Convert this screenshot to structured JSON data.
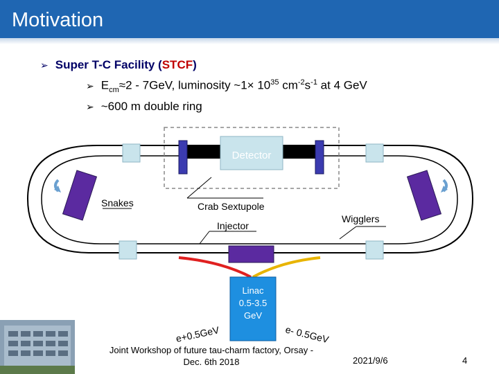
{
  "header": {
    "title": "Motivation"
  },
  "bullets": {
    "facility_prefix": "Super T-C Facility (",
    "facility_abbr": "STCF",
    "facility_suffix": ")",
    "energy_prefix": "E",
    "energy_sub": "cm",
    "energy_rest": "≈2 - 7GeV, luminosity ~1× 10",
    "lum_exp": "35",
    "lum_unit": " cm",
    "cm_exp": "-2",
    "s_unit": "s",
    "s_exp": "-1",
    "lum_suffix": " at 4 GeV",
    "ring": "~600 m double ring"
  },
  "diagram": {
    "detector_label": "Detector",
    "snakes_label": "Snakes",
    "crab_label": "Crab Sextupole",
    "injector_label": "Injector",
    "wigglers_label": "Wigglers",
    "linac_label_1": "Linac",
    "linac_label_2": "0.5-3.5",
    "linac_label_3": "GeV",
    "positron_label": "e+0.5GeV",
    "electron_label": "e- 0.5GeV",
    "colors": {
      "ring": "#000000",
      "magnet": "#5b2aa0",
      "linac": "#1e8fe0",
      "positron_line": "#e02020",
      "electron_line": "#e8b400",
      "detector": "#c9e4ec"
    }
  },
  "footer": {
    "workshop_line1": "Joint Workshop of future tau-charm factory, Orsay -",
    "workshop_line2": "Dec. 6th 2018",
    "date": "2021/9/6",
    "page": "4"
  }
}
